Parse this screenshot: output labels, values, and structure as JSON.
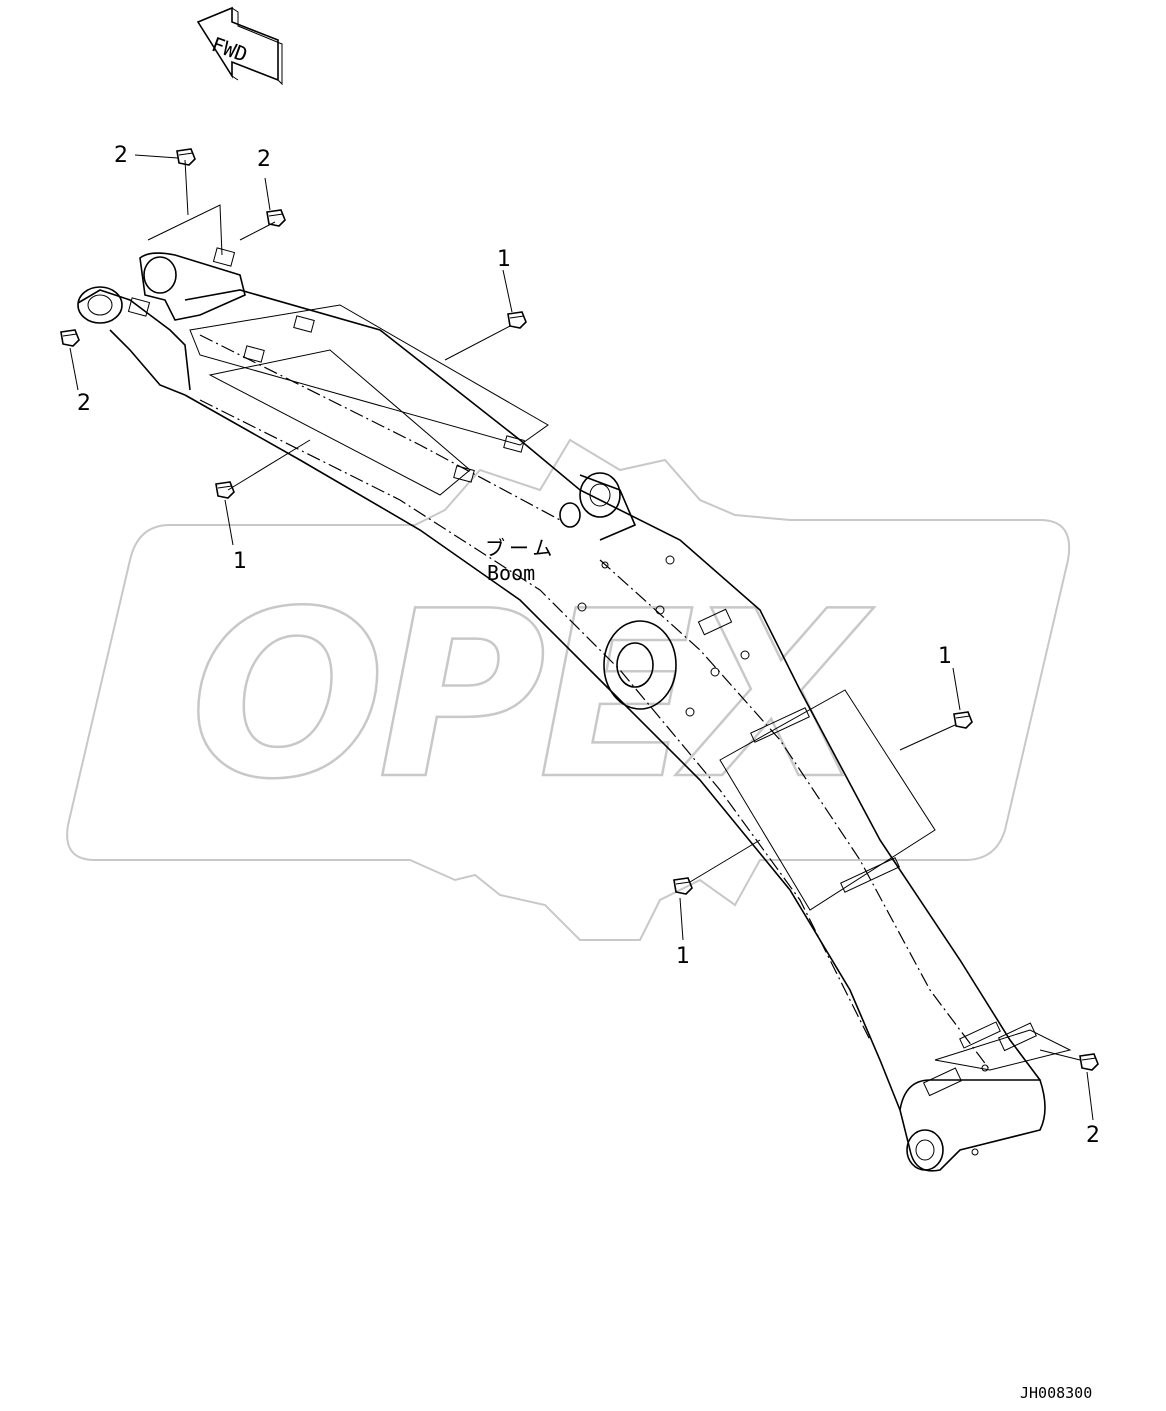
{
  "fwd_arrow_text": "FWD",
  "boom_label_jp": "ブーム",
  "boom_label_en": "Boom",
  "watermark_text": "OPEX",
  "drawing_code": "JH008300",
  "callouts": [
    {
      "id": "c1",
      "text": "2"
    },
    {
      "id": "c2",
      "text": "2"
    },
    {
      "id": "c3",
      "text": "1"
    },
    {
      "id": "c4",
      "text": "2"
    },
    {
      "id": "c5",
      "text": "1"
    },
    {
      "id": "c6",
      "text": "1"
    },
    {
      "id": "c7",
      "text": "1"
    },
    {
      "id": "c8",
      "text": "2"
    }
  ],
  "colors": {
    "line": "#000000",
    "watermark": "#c8c8c8",
    "background": "#ffffff"
  }
}
